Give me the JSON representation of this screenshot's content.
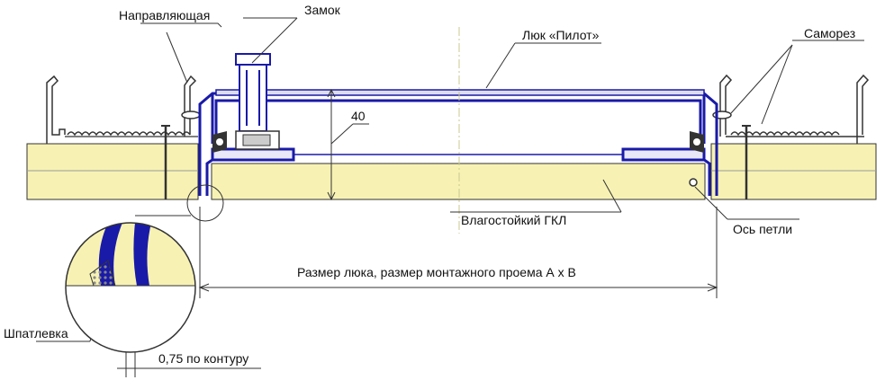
{
  "labels": {
    "guide": "Направляющая",
    "lock": "Замок",
    "hatch": "Люк «Пилот»",
    "screw": "Саморез",
    "height": "40",
    "gkl": "Влагостойкий ГКЛ",
    "hinge": "Ось петли",
    "size": "Размер люка, размер монтажного проема А х В",
    "putty": "Шпатлевка",
    "gap": "0,75 по контуру"
  },
  "colors": {
    "board": "#f7f2b4",
    "frame": "#1a1aa8",
    "line": "#333333"
  }
}
